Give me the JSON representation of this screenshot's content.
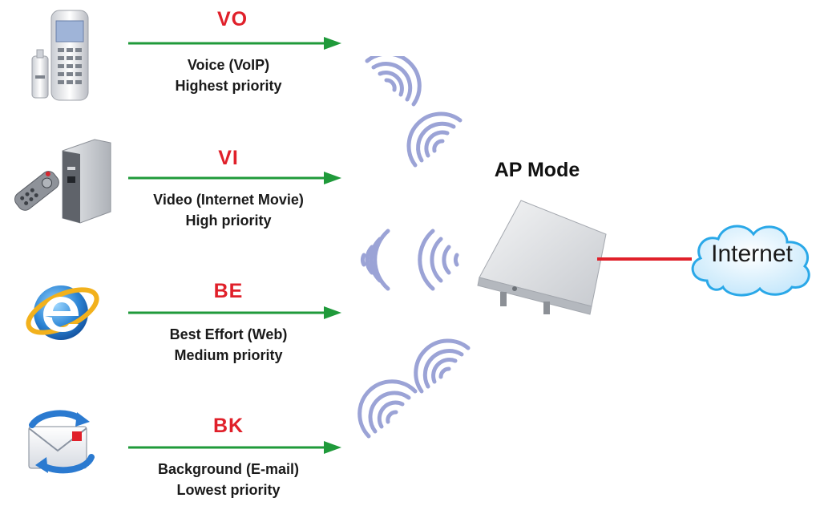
{
  "classes": [
    {
      "code": "VO",
      "desc_line1": "Voice (VoIP)",
      "desc_line2": "Highest priority",
      "device_icon": "voip-phone-icon"
    },
    {
      "code": "VI",
      "desc_line1": "Video (Internet Movie)",
      "desc_line2": "High priority",
      "device_icon": "media-player-icon"
    },
    {
      "code": "BE",
      "desc_line1": "Best Effort (Web)",
      "desc_line2": "Medium priority",
      "device_icon": "web-browser-icon"
    },
    {
      "code": "BK",
      "desc_line1": "Background (E-mail)",
      "desc_line2": "Lowest priority",
      "device_icon": "email-icon"
    }
  ],
  "ap": {
    "title": "AP Mode",
    "device_icon": "access-point-icon"
  },
  "internet": {
    "label": "Internet",
    "icon": "cloud-icon"
  },
  "colors": {
    "code_text": "#e0202a",
    "arrow": "#1f9a3a",
    "link": "#e0202a",
    "waves": "#8a93cf",
    "cloud_outline": "#2aa8e8"
  }
}
